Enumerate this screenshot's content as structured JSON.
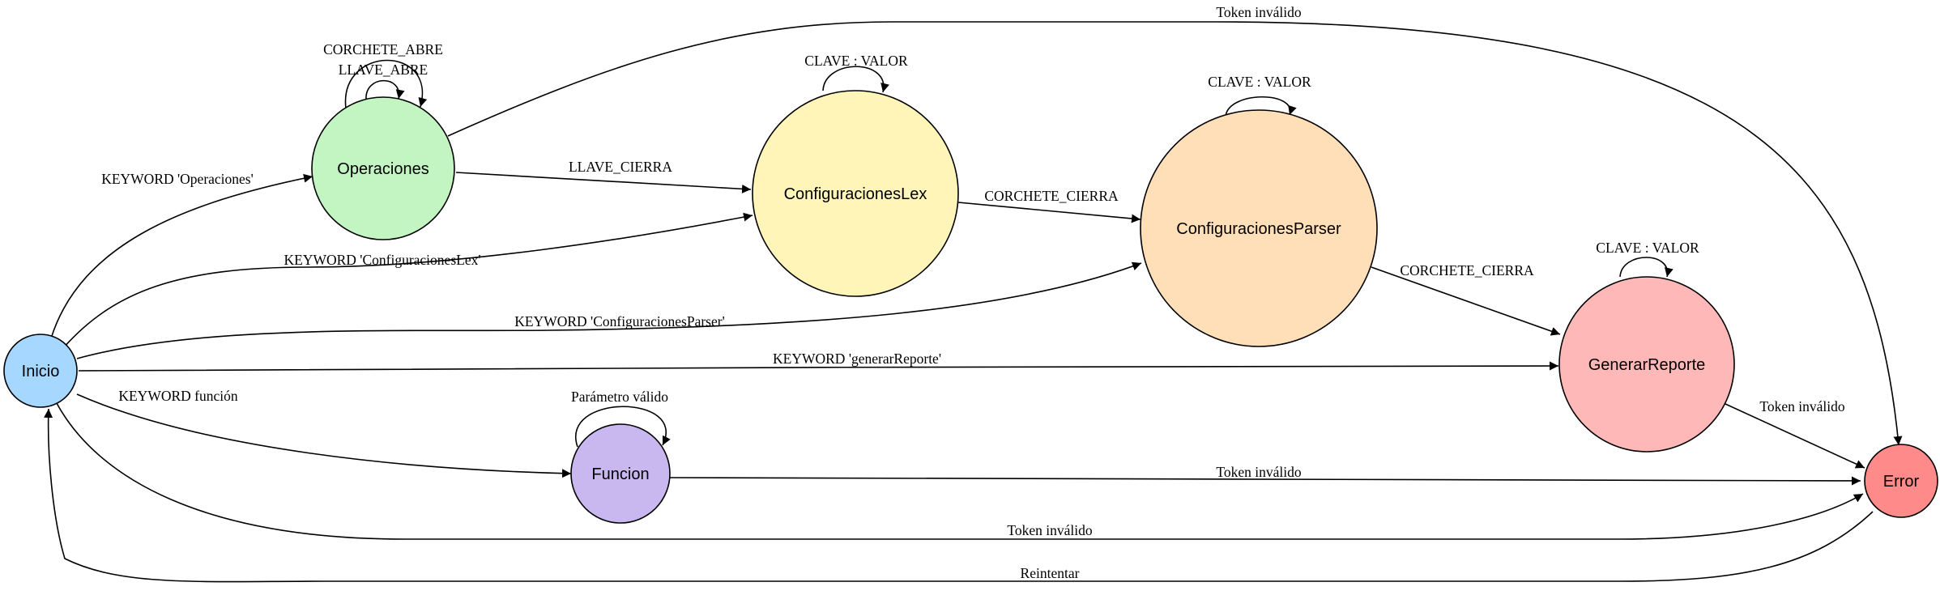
{
  "nodes": {
    "inicio": {
      "label": "Inicio",
      "color": "#a6d8ff"
    },
    "operaciones": {
      "label": "Operaciones",
      "color": "#c3f5c3"
    },
    "conflex": {
      "label": "ConfiguracionesLex",
      "color": "#fff5b8"
    },
    "confparser": {
      "label": "ConfiguracionesParser",
      "color": "#ffdfb8"
    },
    "generar": {
      "label": "GenerarReporte",
      "color": "#ffb8b8"
    },
    "funcion": {
      "label": "Funcion",
      "color": "#c9b8f0"
    },
    "error": {
      "label": "Error",
      "color": "#ff8a8a"
    }
  },
  "edges": {
    "ops_error": "Token inválido",
    "corchete_abre": "CORCHETE_ABRE",
    "llave_abre": "LLAVE_ABRE",
    "clave_valor_lex": "CLAVE : VALOR",
    "clave_valor_parser": "CLAVE : VALOR",
    "clave_valor_gen": "CLAVE : VALOR",
    "kw_operaciones": "KEYWORD 'Operaciones'",
    "llave_cierra": "LLAVE_CIERRA",
    "corchete_cierra_lex": "CORCHETE_CIERRA",
    "kw_conflex": "KEYWORD 'ConfiguracionesLex'",
    "corchete_cierra_parser": "CORCHETE_CIERRA",
    "kw_confparser": "KEYWORD 'ConfiguracionesParser'",
    "kw_generar": "KEYWORD 'generarReporte'",
    "gen_error": "Token inválido",
    "kw_funcion": "KEYWORD función",
    "param_valido": "Parámetro válido",
    "funcion_error": "Token inválido",
    "inicio_error": "Token inválido",
    "reintentar": "Reintentar"
  }
}
